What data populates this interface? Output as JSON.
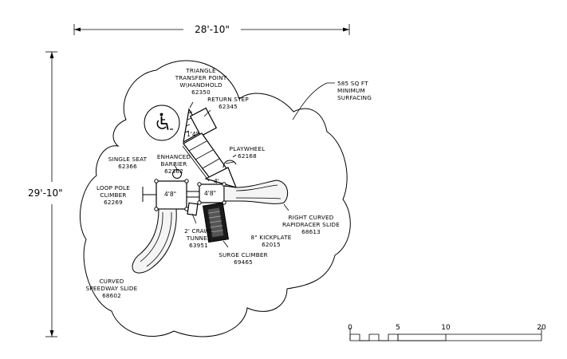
{
  "dimensions": {
    "width_label": "28'-10\"",
    "height_label": "29'-10\""
  },
  "surfacing": {
    "line1": "585 SQ FT",
    "line2": "MINIMUM",
    "line3": "SURFACING"
  },
  "components": {
    "triangle": {
      "line1": "TRIANGLE",
      "line2": "TRANSFER POINT",
      "line3": "W\\HANDHOLD",
      "code": "62350"
    },
    "return_step": {
      "name": "RETURN STEP",
      "code": "62345"
    },
    "playwheel": {
      "name": "PLAYWHEEL",
      "code": "62168"
    },
    "single_seat": {
      "name": "SINGLE SEAT",
      "code": "62366"
    },
    "barrier": {
      "line1": "ENHANCED",
      "line2": "BARRIER",
      "code": "62362"
    },
    "loop_pole": {
      "line1": "LOOP POLE",
      "line2": "CLIMBER",
      "code": "62269"
    },
    "right_slide": {
      "line1": "RIGHT CURVED",
      "line2": "RAPIDRACER SLIDE",
      "code": "68613"
    },
    "kickplate": {
      "name": "8\" KICKPLATE",
      "code": "62015"
    },
    "tunnel": {
      "line1": "2' CRAWL",
      "line2": "TUNNEL",
      "code": "63951"
    },
    "surge": {
      "name": "SURGE CLIMBER",
      "code": "69465"
    },
    "curved_slide": {
      "line1": "CURVED",
      "line2": "SPEEDWAY SLIDE",
      "code": "68602"
    }
  },
  "platforms": {
    "top_height": "1'4\"",
    "mid_height": "4'",
    "center_height": "4'8\"",
    "left_height": "4'8\""
  },
  "scale": {
    "t0": "0",
    "t5": "5",
    "t10": "10",
    "t20": "20"
  },
  "icon": "wheelchair-accessibility-icon"
}
